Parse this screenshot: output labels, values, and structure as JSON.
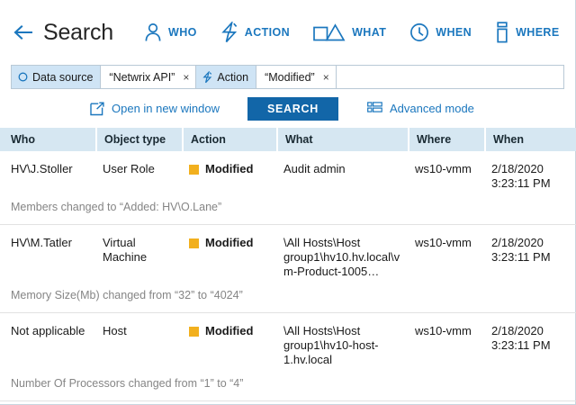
{
  "header": {
    "back_icon": "arrow-left-icon",
    "title": "Search",
    "facets": [
      {
        "icon": "person-icon",
        "label": "WHO"
      },
      {
        "icon": "lightning-icon",
        "label": "ACTION"
      },
      {
        "icon": "shapes-icon",
        "label": "WHAT"
      },
      {
        "icon": "clock-icon",
        "label": "WHEN"
      },
      {
        "icon": "server-icon",
        "label": "WHERE"
      }
    ]
  },
  "filters": {
    "chips": [
      {
        "icon": "circle-icon",
        "key": "Data source",
        "value": "“Netwrix API”",
        "remove": "×"
      },
      {
        "icon": "lightning-icon",
        "key": "Action",
        "value": "“Modified”",
        "remove": "×"
      }
    ]
  },
  "actions": {
    "open_new_window": "Open in new window",
    "open_new_window_icon": "external-link-icon",
    "search": "SEARCH",
    "advanced_mode": "Advanced mode",
    "advanced_mode_icon": "grid-list-icon"
  },
  "table": {
    "columns": [
      "Who",
      "Object type",
      "Action",
      "What",
      "Where",
      "When"
    ],
    "rows": [
      {
        "who": "HV\\J.Stoller",
        "object_type": "User Role",
        "action": "Modified",
        "action_color": "#F2B01E",
        "what": "Audit admin",
        "where": "ws10-vmm",
        "when_date": "2/18/2020",
        "when_time": "3:23:11 PM",
        "detail": "Members changed to “Added: HV\\O.Lane”"
      },
      {
        "who": "HV\\M.Tatler",
        "object_type": "Virtual Machine",
        "action": "Modified",
        "action_color": "#F2B01E",
        "what": "\\All Hosts\\Host group1\\hv10.hv.local\\vm-Product-1005…",
        "where": "ws10-vmm",
        "when_date": "2/18/2020",
        "when_time": "3:23:11 PM",
        "detail": "Memory Size(Mb) changed from “32” to “4024”"
      },
      {
        "who": "Not applicable",
        "object_type": "Host",
        "action": "Modified",
        "action_color": "#F2B01E",
        "what": "\\All Hosts\\Host group1\\hv10-host-1.hv.local",
        "where": "ws10-vmm",
        "when_date": "2/18/2020",
        "when_time": "3:23:11 PM",
        "detail": "Number Of Processors changed from “1” to “4”"
      }
    ]
  },
  "colors": {
    "accent": "#1B77BE",
    "search_button": "#1266A8",
    "header_row": "#d6e7f2",
    "chip_key": "#cfe4f5",
    "status_amber": "#F2B01E"
  }
}
